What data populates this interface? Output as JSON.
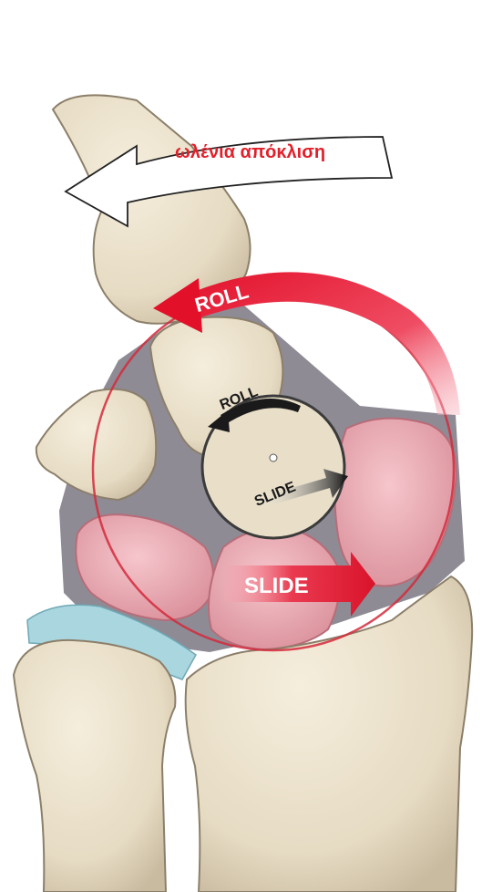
{
  "caption": "ωλένια απόκλιση",
  "large_roll_label": "ROLL",
  "large_slide_label": "SLIDE",
  "inset_roll_label": "ROLL",
  "inset_slide_label": "SLIDE",
  "colors": {
    "caption_text": "#e2202b",
    "bone_fill": "#e9dfc9",
    "bone_outline": "#8c7f6a",
    "highlighted_bone_fill": "#eeb0b8",
    "arrow_red": "#e8243a",
    "circle_red": "#d42a3c",
    "cartilage_blue": "#a9d6df",
    "joint_shadow": "#8c8a94",
    "inset_arrow": "#1a1a1a"
  },
  "icons": {
    "caption_arrow": "curved-arrow-left-outline",
    "roll_arrow": "curved-arrow-left",
    "slide_arrow": "arrow-right"
  }
}
